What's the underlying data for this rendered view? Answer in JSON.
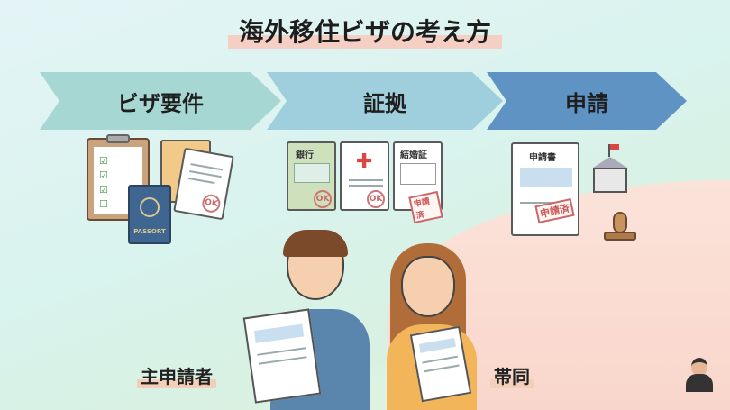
{
  "title": "海外移住ビザの考え方",
  "steps": [
    {
      "label": "ビザ要件"
    },
    {
      "label": "証拠"
    },
    {
      "label": "申請"
    }
  ],
  "requirements": {
    "passport_label": "PASSORT",
    "ok": "OK"
  },
  "evidence": {
    "bank_label": "銀行",
    "ok": "OK",
    "marriage_label": "結婚証",
    "stamp": "申請済"
  },
  "application": {
    "form_label": "申請書",
    "stamp": "申請済"
  },
  "people": {
    "main": "主申請者",
    "accompany": "帯同"
  },
  "colors": {
    "arrow1": "#a7d7d3",
    "arrow2": "#9fcfdc",
    "arrow3": "#5f93c4"
  }
}
